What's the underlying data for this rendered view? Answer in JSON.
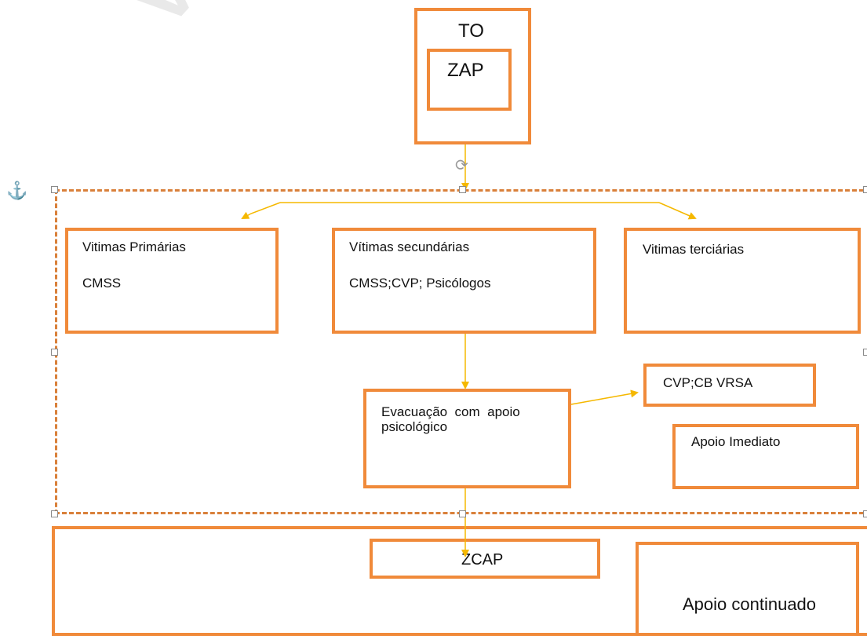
{
  "watermark": "Versão pa",
  "diagram": {
    "to": {
      "label": "TO",
      "inner": "ZAP"
    },
    "primary": {
      "title": "Vitimas Primárias",
      "detail": "CMSS"
    },
    "secondary": {
      "title": "Vítimas secundárias",
      "detail": "CMSS;CVP; Psicólogos"
    },
    "tertiary": {
      "title": "Vitimas terciárias"
    },
    "evacuation": {
      "line1": "Evacuação  com  apoio",
      "line2": "psicológico"
    },
    "cvp": {
      "label": "CVP;CB VRSA"
    },
    "immediate": {
      "label": "Apoio Imediato"
    },
    "zcap": {
      "label": "ZCAP"
    },
    "continued": {
      "label": "Apoio continuado"
    }
  },
  "colors": {
    "box_border": "#f08a3a",
    "connector": "#f5b800",
    "watermark": "#e9e9e9",
    "anchor": "#2a6db5"
  },
  "icons": {
    "anchor": "anchor-icon",
    "rotate": "rotate-handle-icon"
  }
}
